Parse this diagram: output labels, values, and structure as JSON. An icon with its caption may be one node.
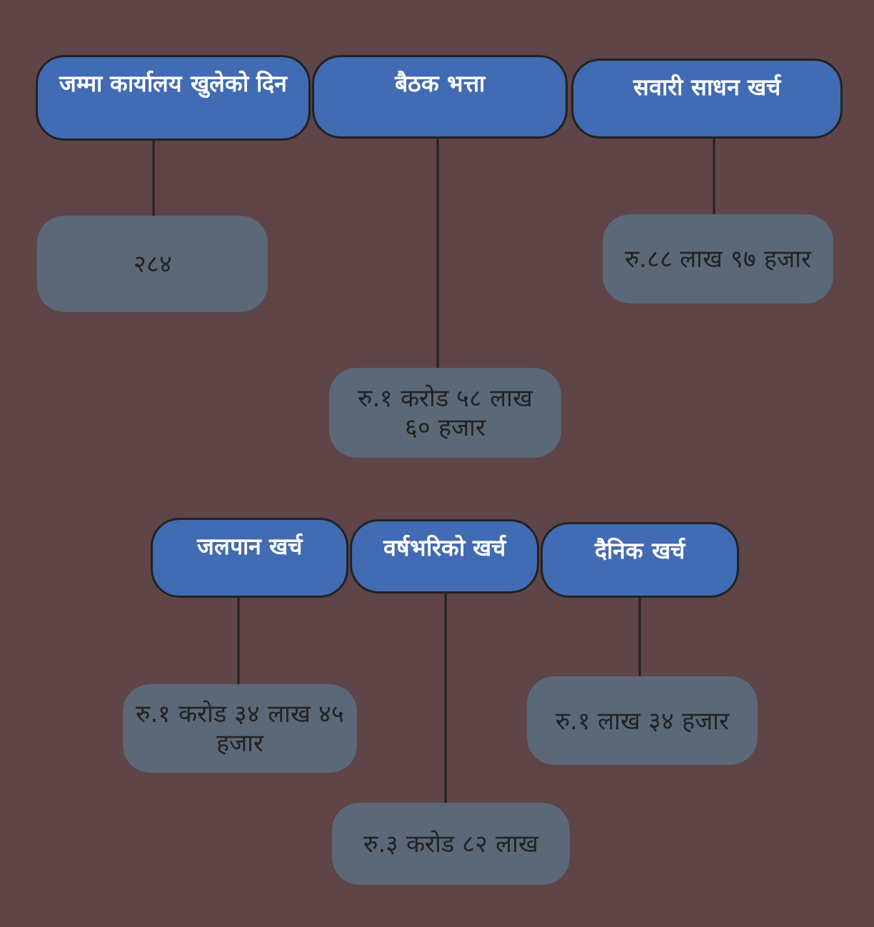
{
  "diagram": {
    "nodes": [
      {
        "text": [
          "जम्मा कार्यालय खुलेको दिन"
        ]
      },
      {
        "text": [
          "बैठक भत्ता"
        ]
      },
      {
        "text": [
          "सवारी साधन खर्च"
        ]
      },
      {
        "text": [
          "२८४"
        ]
      },
      {
        "text": [
          "रु.८८ लाख ९७ हजार"
        ]
      },
      {
        "text": [
          "रु.१ करोड ५८ लाख ६० हजार"
        ]
      },
      {
        "text": [
          "जलपान खर्च"
        ]
      },
      {
        "text": [
          "वर्षभरिको खर्च"
        ]
      },
      {
        "text": [
          "दैनिक खर्च"
        ]
      },
      {
        "text": [
          "रु.१ करोड ३४ लाख ४५ हजार"
        ]
      },
      {
        "text": [
          "रु.१ लाख ३४ हजार"
        ]
      },
      {
        "text": [
          "रु.३ करोड ८२ लाख"
        ]
      }
    ],
    "edges": [
      {
        "from": 0,
        "to": 3,
        "arrow": "none"
      },
      {
        "from": 1,
        "to": 5,
        "arrow": "none"
      },
      {
        "from": 2,
        "to": 4,
        "arrow": "none"
      },
      {
        "from": 6,
        "to": 9,
        "arrow": "none"
      },
      {
        "from": 7,
        "to": 11,
        "arrow": "none"
      },
      {
        "from": 8,
        "to": 10,
        "arrow": "none"
      }
    ]
  }
}
